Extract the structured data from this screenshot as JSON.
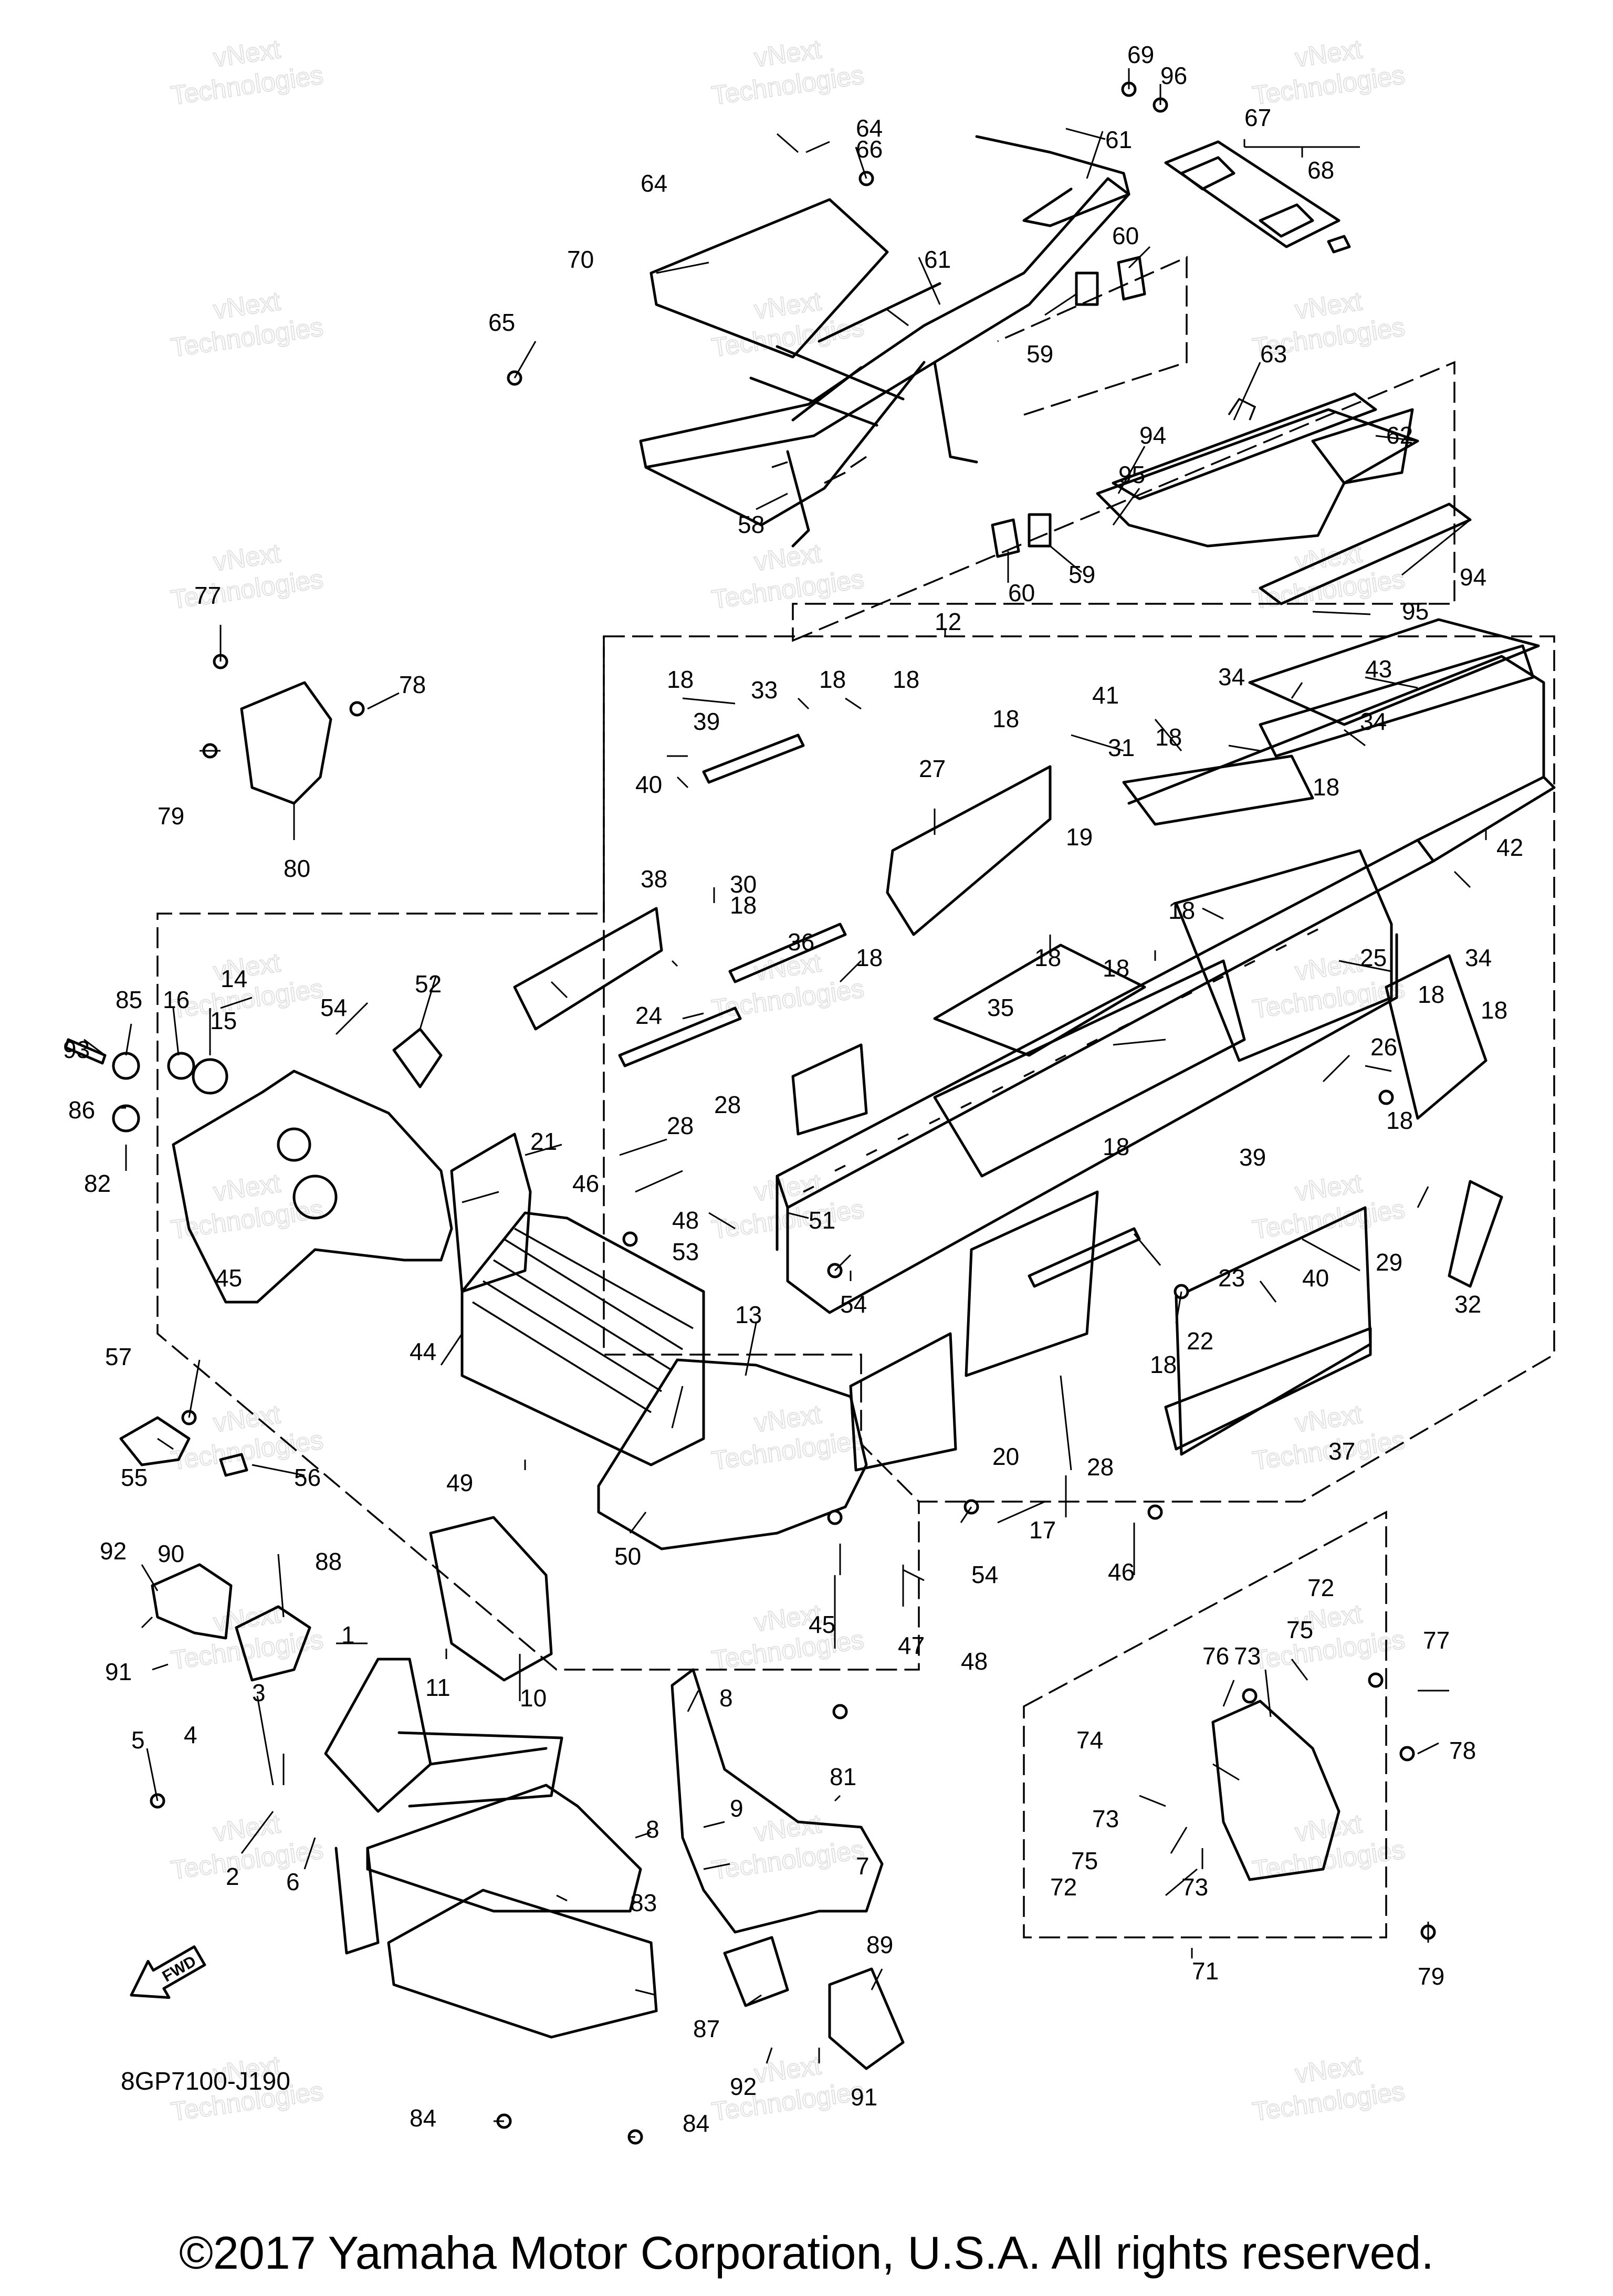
{
  "diagram_code": "8GP7100-J190",
  "direction_label": "FWD",
  "copyright": "©2017 Yamaha Motor Corporation, U.S.A. All rights reserved.",
  "watermark": [
    "vNext",
    "Technologies"
  ],
  "callouts": {
    "n1": "1",
    "n2": "2",
    "n3": "3",
    "n4": "4",
    "n5": "5",
    "n6": "6",
    "n7": "7",
    "n8a": "8",
    "n8b": "8",
    "n9": "9",
    "n10": "10",
    "n11": "11",
    "n12": "12",
    "n13": "13",
    "n14": "14",
    "n15": "15",
    "n16": "16",
    "n17": "17",
    "n18a": "18",
    "n18b": "18",
    "n18c": "18",
    "n18d": "18",
    "n18e": "18",
    "n18f": "18",
    "n18g": "18",
    "n18h": "18",
    "n18i": "18",
    "n18j": "18",
    "n18k": "18",
    "n18l": "18",
    "n18m": "18",
    "n18n": "18",
    "n18o": "18",
    "n18p": "18",
    "n19": "19",
    "n20": "20",
    "n21": "21",
    "n22": "22",
    "n23": "23",
    "n24": "24",
    "n25": "25",
    "n26": "26",
    "n27": "27",
    "n28a": "28",
    "n28b": "28",
    "n29": "29",
    "n30": "30",
    "n31": "31",
    "n32": "32",
    "n33": "33",
    "n34a": "34",
    "n34b": "34",
    "n34c": "34",
    "n35": "35",
    "n36": "36",
    "n37": "37",
    "n38": "38",
    "n39a": "39",
    "n39b": "39",
    "n40a": "40",
    "n40b": "40",
    "n41": "41",
    "n42": "42",
    "n43": "43",
    "n44": "44",
    "n45a": "45",
    "n45b": "45",
    "n46a": "46",
    "n46b": "46",
    "n47": "47",
    "n48a": "48",
    "n48b": "48",
    "n49": "49",
    "n50": "50",
    "n51": "51",
    "n52": "52",
    "n53": "53",
    "n54a": "54",
    "n54b": "54",
    "n54c": "54",
    "n55": "55",
    "n56": "56",
    "n57": "57",
    "n58": "58",
    "n59a": "59",
    "n59b": "59",
    "n60a": "60",
    "n60b": "60",
    "n61a": "61",
    "n61b": "61",
    "n62": "62",
    "n63": "63",
    "n64a": "64",
    "n64b": "64",
    "n65": "65",
    "n66": "66",
    "n67": "67",
    "n68": "68",
    "n69": "69",
    "n70": "70",
    "n71": "71",
    "n72a": "72",
    "n72b": "72",
    "n73a": "73",
    "n73b": "73",
    "n73c": "73",
    "n74": "74",
    "n75a": "75",
    "n75b": "75",
    "n76": "76",
    "n77a": "77",
    "n77b": "77",
    "n78a": "78",
    "n78b": "78",
    "n79a": "79",
    "n79b": "79",
    "n80": "80",
    "n81": "81",
    "n82": "82",
    "n83": "83",
    "n84a": "84",
    "n84b": "84",
    "n85": "85",
    "n86": "86",
    "n87": "87",
    "n88": "88",
    "n89": "89",
    "n90": "90",
    "n91a": "91",
    "n91b": "91",
    "n92a": "92",
    "n92b": "92",
    "n93": "93",
    "n94a": "94",
    "n94b": "94",
    "n95a": "95",
    "n95b": "95",
    "n96": "96"
  }
}
